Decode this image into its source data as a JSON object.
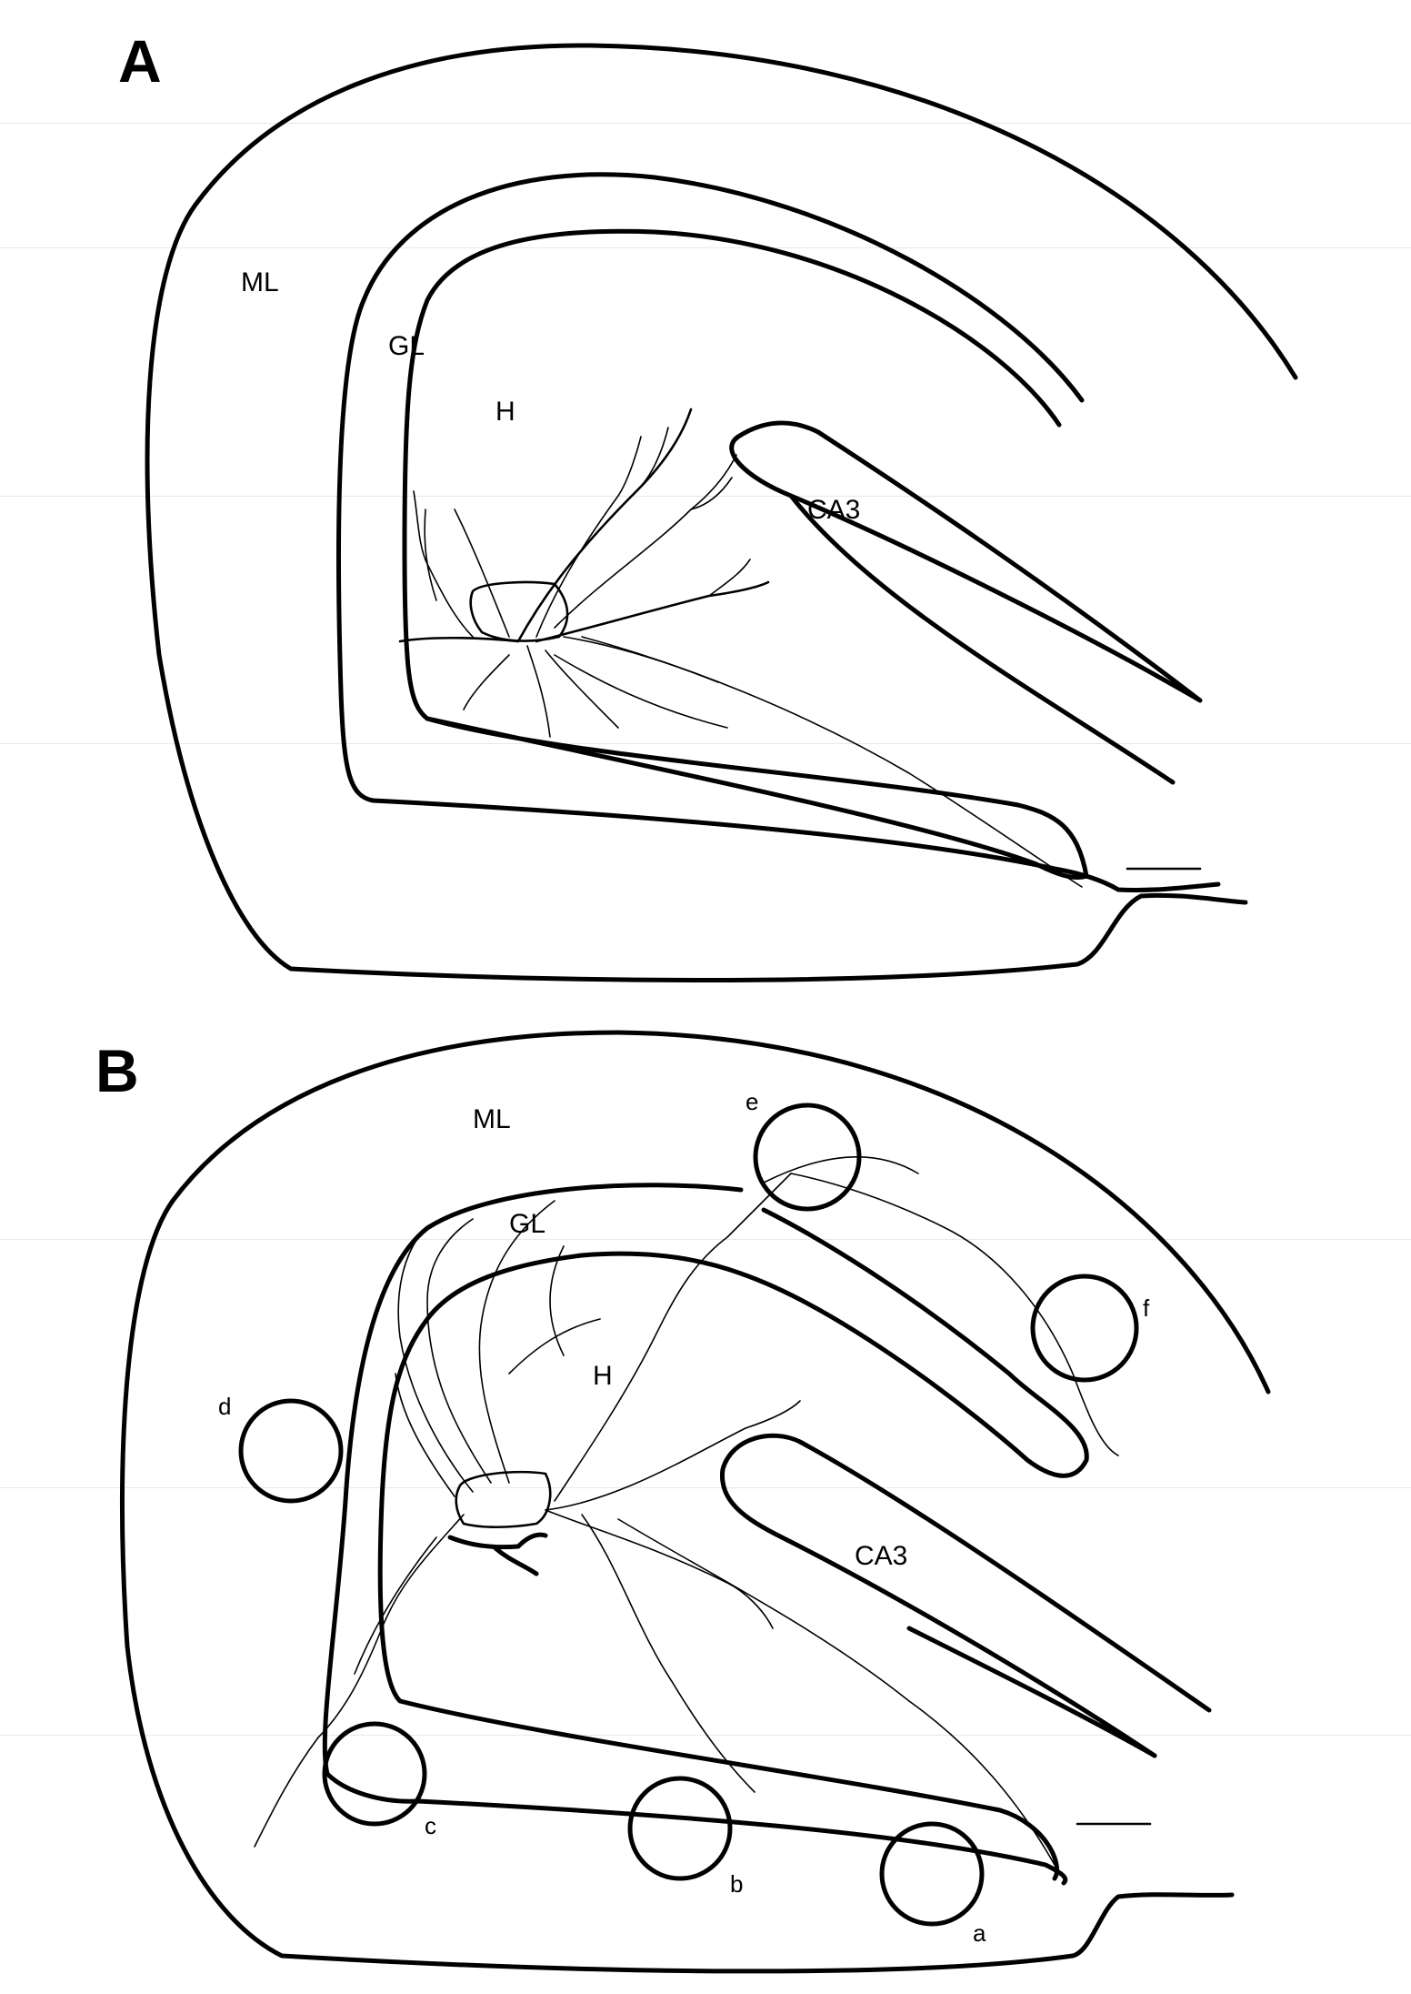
{
  "panels": [
    {
      "letter": "A",
      "regions": {
        "ml": "ML",
        "gl": "GL",
        "h": "H",
        "ca3": "CA3"
      }
    },
    {
      "letter": "B",
      "regions": {
        "ml": "ML",
        "gl": "GL",
        "h": "H",
        "ca3": "CA3"
      },
      "sites": [
        "a",
        "b",
        "c",
        "d",
        "e",
        "f"
      ]
    }
  ]
}
